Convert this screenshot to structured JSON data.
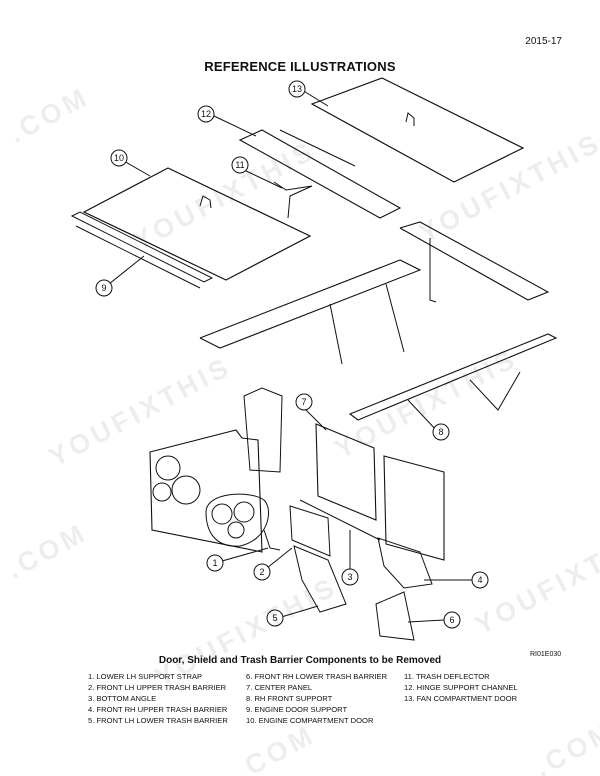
{
  "header": {
    "page_number": "2015-17",
    "title": "REFERENCE ILLUSTRATIONS"
  },
  "figure": {
    "id": "RI01E030",
    "caption": "Door, Shield and Trash Barrier Components to be Removed",
    "callouts": [
      "1",
      "2",
      "3",
      "4",
      "5",
      "6",
      "7",
      "8",
      "9",
      "10",
      "11",
      "12",
      "13"
    ]
  },
  "legend": {
    "col1": [
      "1. LOWER LH SUPPORT STRAP",
      "2. FRONT LH UPPER TRASH BARRIER",
      "3. BOTTOM ANGLE",
      "4. FRONT RH UPPER TRASH BARRIER",
      "5. FRONT LH LOWER TRASH BARRIER"
    ],
    "col2": [
      "6. FRONT RH LOWER TRASH BARRIER",
      "7. CENTER PANEL",
      "8. RH FRONT SUPPORT",
      "9. ENGINE DOOR SUPPORT",
      "10. ENGINE COMPARTMENT DOOR"
    ],
    "col3": [
      "11. TRASH DEFLECTOR",
      "12. HINGE SUPPORT CHANNEL",
      "13. FAN COMPARTMENT DOOR"
    ]
  },
  "watermark": {
    "text1": "YOUFIXTHIS",
    "text2": ".COM"
  }
}
